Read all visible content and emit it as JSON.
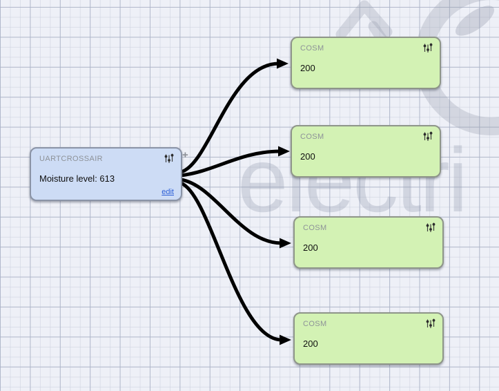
{
  "canvas": {
    "watermark_text": "electri",
    "plus_label": "+",
    "background_color": "#eef0f7",
    "grid_major_color": "#aab2c6",
    "grid_minor_color": "#cbd0de"
  },
  "source_node": {
    "title": "UARTCROSSAIR",
    "value": "Moisture level: 613",
    "edit_label": "edit",
    "fill_color": "#cddcf5",
    "border_color": "#8a93a6"
  },
  "target_nodes": [
    {
      "title": "COSM",
      "value": "200"
    },
    {
      "title": "COSM",
      "value": "200"
    },
    {
      "title": "COSM",
      "value": "200"
    },
    {
      "title": "COSM",
      "value": "200"
    }
  ],
  "target_style": {
    "fill_color": "#d3f2b4",
    "border_color": "#8e9589"
  },
  "edges": {
    "count": 4,
    "color": "#000000"
  },
  "icons": {
    "node_settings": "sliders-icon"
  }
}
